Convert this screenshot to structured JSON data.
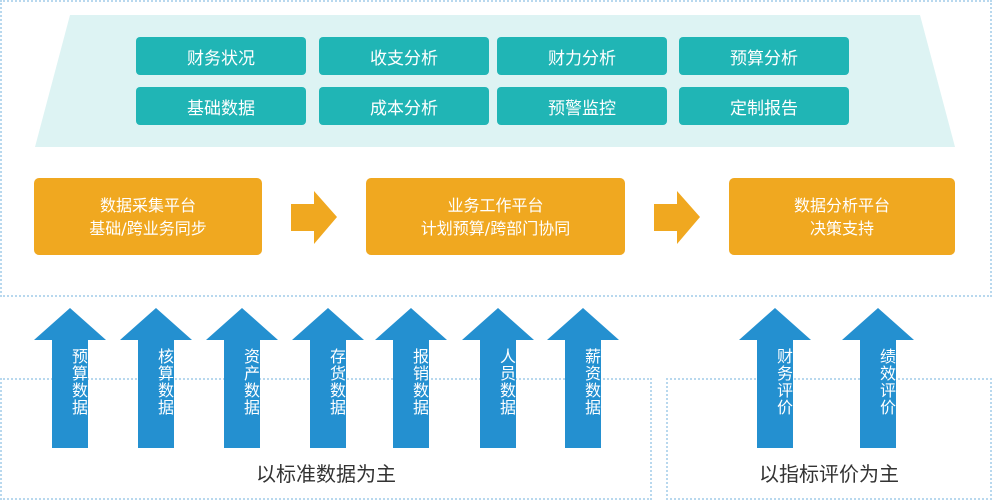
{
  "modules": [
    "财务状况",
    "收支分析",
    "财力分析",
    "预算分析",
    "基础数据",
    "成本分析",
    "预警监控",
    "定制报告"
  ],
  "platforms": [
    {
      "title": "数据采集平台",
      "subtitle": "基础/跨业务同步"
    },
    {
      "title": "业务工作平台",
      "subtitle": "计划预算/跨部门协同"
    },
    {
      "title": "数据分析平台",
      "subtitle": "决策支持"
    }
  ],
  "data_sources": [
    "预算数据",
    "核算数据",
    "资产数据",
    "存货数据",
    "报销数据",
    "人员数据",
    "薪资数据"
  ],
  "evaluations": [
    "财务评价",
    "绩效评价"
  ],
  "captions": {
    "left": "以标准数据为主",
    "right": "以指标评价为主"
  },
  "colors": {
    "teal": "#20b5b5",
    "panel": "#ddf3f3",
    "orange": "#f0a820",
    "blue": "#2490d0"
  }
}
